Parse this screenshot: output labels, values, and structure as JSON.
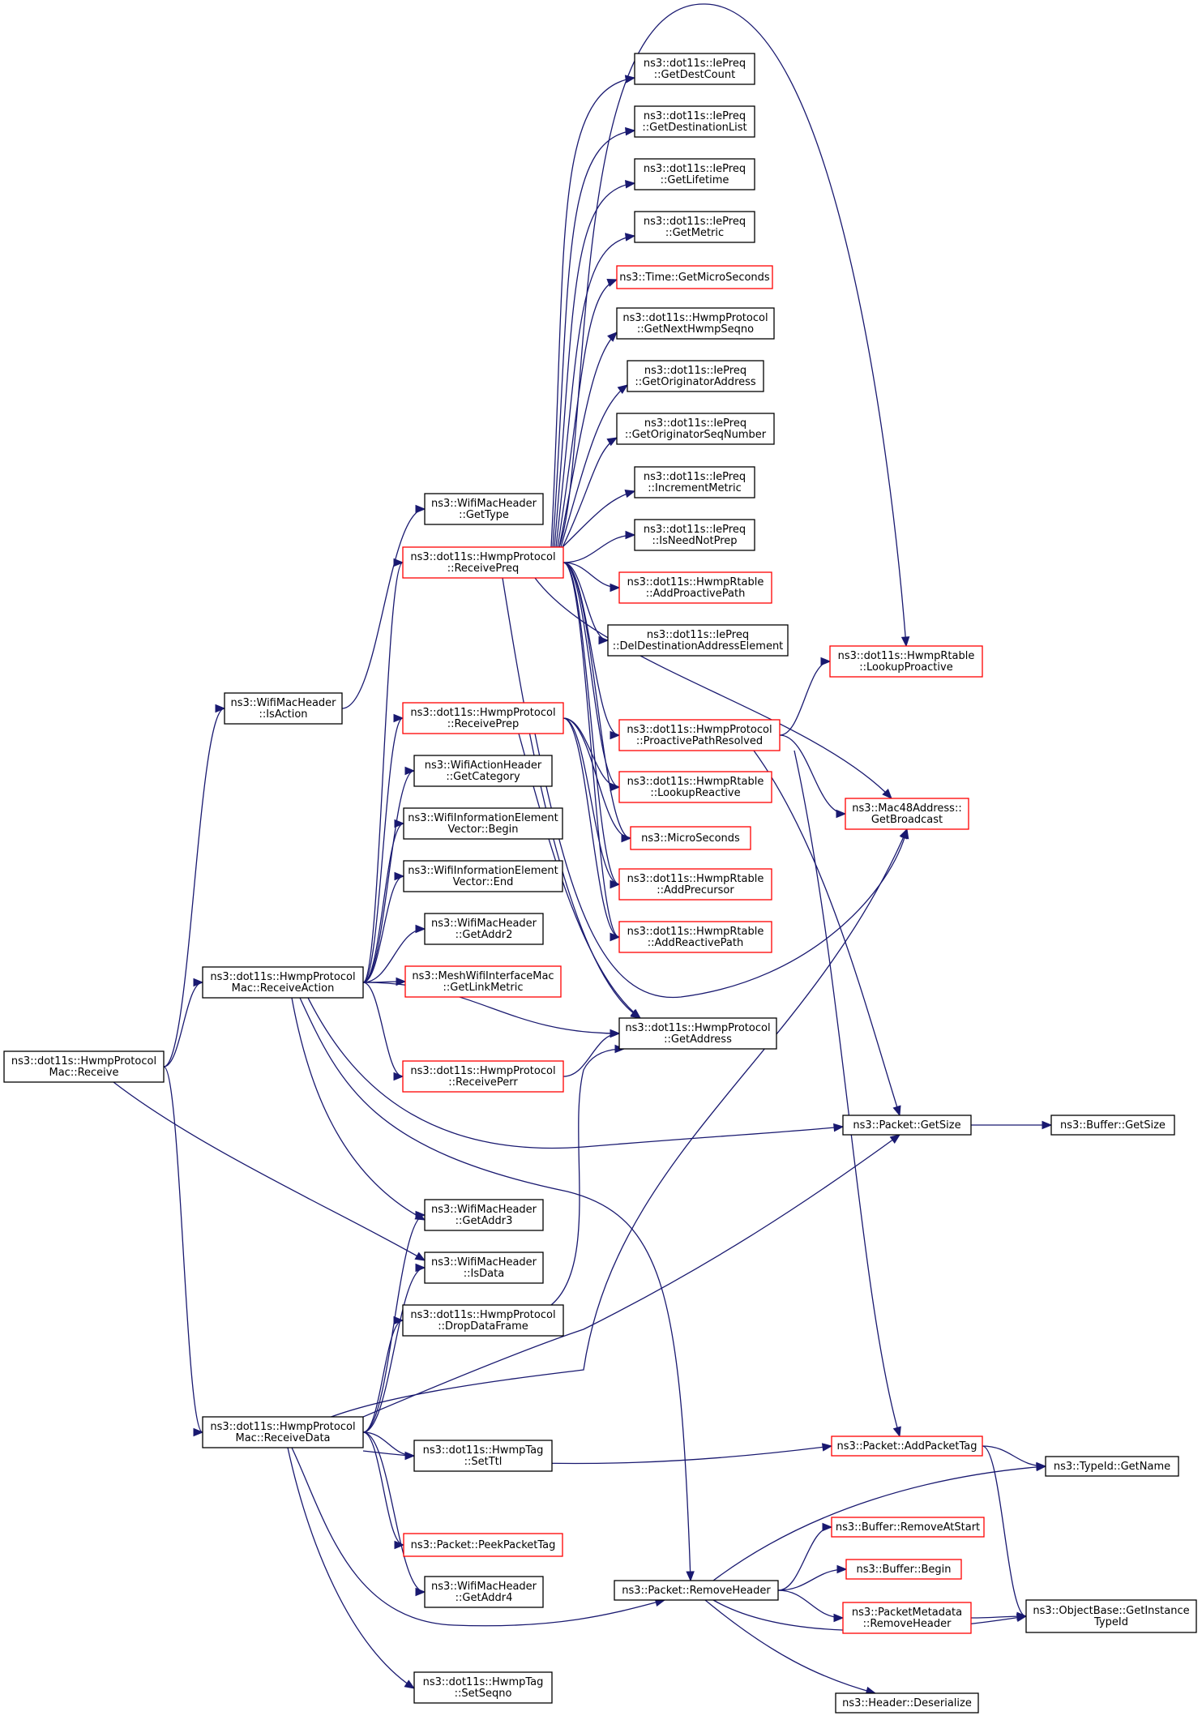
{
  "colors": {
    "edge": "#191970",
    "normal_border": "#000000",
    "truncated_border": "#ff0000",
    "root_fill": "#bfbfbf"
  },
  "nodes": {
    "receive": {
      "lines": [
        "ns3::dot11s::HwmpProtocol",
        "Mac::Receive"
      ],
      "kind": "root"
    },
    "isAction": {
      "lines": [
        "ns3::WifiMacHeader",
        "::IsAction"
      ],
      "kind": "normal"
    },
    "receiveAction": {
      "lines": [
        "ns3::dot11s::HwmpProtocol",
        "Mac::ReceiveAction"
      ],
      "kind": "normal"
    },
    "receiveData": {
      "lines": [
        "ns3::dot11s::HwmpProtocol",
        "Mac::ReceiveData"
      ],
      "kind": "normal"
    },
    "getType": {
      "lines": [
        "ns3::WifiMacHeader",
        "::GetType"
      ],
      "kind": "normal"
    },
    "receivePreq": {
      "lines": [
        "ns3::dot11s::HwmpProtocol",
        "::ReceivePreq"
      ],
      "kind": "truncated"
    },
    "receivePrep": {
      "lines": [
        "ns3::dot11s::HwmpProtocol",
        "::ReceivePrep"
      ],
      "kind": "truncated"
    },
    "getCategory": {
      "lines": [
        "ns3::WifiActionHeader",
        "::GetCategory"
      ],
      "kind": "normal"
    },
    "iev_begin": {
      "lines": [
        "ns3::WifiInformationElement",
        "Vector::Begin"
      ],
      "kind": "normal"
    },
    "iev_end": {
      "lines": [
        "ns3::WifiInformationElement",
        "Vector::End"
      ],
      "kind": "normal"
    },
    "getAddr2": {
      "lines": [
        "ns3::WifiMacHeader",
        "::GetAddr2"
      ],
      "kind": "normal"
    },
    "getLinkMetric": {
      "lines": [
        "ns3::MeshWifiInterfaceMac",
        "::GetLinkMetric"
      ],
      "kind": "truncated"
    },
    "receivePerr": {
      "lines": [
        "ns3::dot11s::HwmpProtocol",
        "::ReceivePerr"
      ],
      "kind": "truncated"
    },
    "getAddr3": {
      "lines": [
        "ns3::WifiMacHeader",
        "::GetAddr3"
      ],
      "kind": "normal"
    },
    "isData": {
      "lines": [
        "ns3::WifiMacHeader",
        "::IsData"
      ],
      "kind": "normal"
    },
    "dropDataFrame": {
      "lines": [
        "ns3::dot11s::HwmpProtocol",
        "::DropDataFrame"
      ],
      "kind": "normal"
    },
    "setTtl": {
      "lines": [
        "ns3::dot11s::HwmpTag",
        "::SetTtl"
      ],
      "kind": "normal"
    },
    "peekPacketTag": {
      "lines": [
        "ns3::Packet::PeekPacketTag"
      ],
      "kind": "truncated"
    },
    "getAddr4": {
      "lines": [
        "ns3::WifiMacHeader",
        "::GetAddr4"
      ],
      "kind": "normal"
    },
    "setSeqno": {
      "lines": [
        "ns3::dot11s::HwmpTag",
        "::SetSeqno"
      ],
      "kind": "normal"
    },
    "getDestCount": {
      "lines": [
        "ns3::dot11s::IePreq",
        "::GetDestCount"
      ],
      "kind": "normal"
    },
    "getDestinationList": {
      "lines": [
        "ns3::dot11s::IePreq",
        "::GetDestinationList"
      ],
      "kind": "normal"
    },
    "getLifetime": {
      "lines": [
        "ns3::dot11s::IePreq",
        "::GetLifetime"
      ],
      "kind": "normal"
    },
    "getMetric": {
      "lines": [
        "ns3::dot11s::IePreq",
        "::GetMetric"
      ],
      "kind": "normal"
    },
    "getMicroSeconds": {
      "lines": [
        "ns3::Time::GetMicroSeconds"
      ],
      "kind": "truncated"
    },
    "getNextHwmpSeqno": {
      "lines": [
        "ns3::dot11s::HwmpProtocol",
        "::GetNextHwmpSeqno"
      ],
      "kind": "normal"
    },
    "getOriginatorAddress": {
      "lines": [
        "ns3::dot11s::IePreq",
        "::GetOriginatorAddress"
      ],
      "kind": "normal"
    },
    "getOriginatorSeqNumber": {
      "lines": [
        "ns3::dot11s::IePreq",
        "::GetOriginatorSeqNumber"
      ],
      "kind": "normal"
    },
    "incrementMetric": {
      "lines": [
        "ns3::dot11s::IePreq",
        "::IncrementMetric"
      ],
      "kind": "normal"
    },
    "isNeedNotPrep": {
      "lines": [
        "ns3::dot11s::IePreq",
        "::IsNeedNotPrep"
      ],
      "kind": "normal"
    },
    "addProactivePath": {
      "lines": [
        "ns3::dot11s::HwmpRtable",
        "::AddProactivePath"
      ],
      "kind": "truncated"
    },
    "delDestAddrElem": {
      "lines": [
        "ns3::dot11s::IePreq",
        "::DelDestinationAddressElement"
      ],
      "kind": "normal"
    },
    "proactivePathResolved": {
      "lines": [
        "ns3::dot11s::HwmpProtocol",
        "::ProactivePathResolved"
      ],
      "kind": "truncated"
    },
    "lookupReactive": {
      "lines": [
        "ns3::dot11s::HwmpRtable",
        "::LookupReactive"
      ],
      "kind": "truncated"
    },
    "microSeconds": {
      "lines": [
        "ns3::MicroSeconds"
      ],
      "kind": "truncated"
    },
    "addPrecursor": {
      "lines": [
        "ns3::dot11s::HwmpRtable",
        "::AddPrecursor"
      ],
      "kind": "truncated"
    },
    "addReactivePath": {
      "lines": [
        "ns3::dot11s::HwmpRtable",
        "::AddReactivePath"
      ],
      "kind": "truncated"
    },
    "getAddress": {
      "lines": [
        "ns3::dot11s::HwmpProtocol",
        "::GetAddress"
      ],
      "kind": "normal"
    },
    "removeHeader": {
      "lines": [
        "ns3::Packet::RemoveHeader"
      ],
      "kind": "normal"
    },
    "lookupProactive": {
      "lines": [
        "ns3::dot11s::HwmpRtable",
        "::LookupProactive"
      ],
      "kind": "truncated"
    },
    "getBroadcast": {
      "lines": [
        "ns3::Mac48Address::",
        "GetBroadcast"
      ],
      "kind": "truncated"
    },
    "packetGetSize": {
      "lines": [
        "ns3::Packet::GetSize"
      ],
      "kind": "normal"
    },
    "addPacketTag": {
      "lines": [
        "ns3::Packet::AddPacketTag"
      ],
      "kind": "truncated"
    },
    "removeAtStart": {
      "lines": [
        "ns3::Buffer::RemoveAtStart"
      ],
      "kind": "truncated"
    },
    "bufferBegin": {
      "lines": [
        "ns3::Buffer::Begin"
      ],
      "kind": "truncated"
    },
    "pmRemoveHeader": {
      "lines": [
        "ns3::PacketMetadata",
        "::RemoveHeader"
      ],
      "kind": "truncated"
    },
    "deserialize": {
      "lines": [
        "ns3::Header::Deserialize"
      ],
      "kind": "normal"
    },
    "bufferGetSize": {
      "lines": [
        "ns3::Buffer::GetSize"
      ],
      "kind": "normal"
    },
    "typeIdGetName": {
      "lines": [
        "ns3::TypeId::GetName"
      ],
      "kind": "normal"
    },
    "getInstanceTypeId": {
      "lines": [
        "ns3::ObjectBase::GetInstance",
        "TypeId"
      ],
      "kind": "normal"
    }
  },
  "edges": [
    [
      "receive",
      "isAction"
    ],
    [
      "receive",
      "receiveAction"
    ],
    [
      "receive",
      "receiveData"
    ],
    [
      "receive",
      "isData"
    ],
    [
      "isAction",
      "getType"
    ],
    [
      "receiveAction",
      "receivePreq"
    ],
    [
      "receiveAction",
      "receivePrep"
    ],
    [
      "receiveAction",
      "getCategory"
    ],
    [
      "receiveAction",
      "iev_begin"
    ],
    [
      "receiveAction",
      "iev_end"
    ],
    [
      "receiveAction",
      "getAddr2"
    ],
    [
      "receiveAction",
      "getLinkMetric"
    ],
    [
      "receiveAction",
      "receivePerr"
    ],
    [
      "receiveAction",
      "getAddress"
    ],
    [
      "receiveAction",
      "packetGetSize"
    ],
    [
      "receiveAction",
      "getAddr3"
    ],
    [
      "receiveAction",
      "removeHeader"
    ],
    [
      "receivePreq",
      "getDestCount"
    ],
    [
      "receivePreq",
      "getDestinationList"
    ],
    [
      "receivePreq",
      "getLifetime"
    ],
    [
      "receivePreq",
      "getMetric"
    ],
    [
      "receivePreq",
      "getMicroSeconds"
    ],
    [
      "receivePreq",
      "getNextHwmpSeqno"
    ],
    [
      "receivePreq",
      "getOriginatorAddress"
    ],
    [
      "receivePreq",
      "getOriginatorSeqNumber"
    ],
    [
      "receivePreq",
      "incrementMetric"
    ],
    [
      "receivePreq",
      "isNeedNotPrep"
    ],
    [
      "receivePreq",
      "addProactivePath"
    ],
    [
      "receivePreq",
      "delDestAddrElem"
    ],
    [
      "receivePreq",
      "lookupProactive"
    ],
    [
      "receivePreq",
      "proactivePathResolved"
    ],
    [
      "receivePreq",
      "lookupReactive"
    ],
    [
      "receivePreq",
      "microSeconds"
    ],
    [
      "receivePreq",
      "addPrecursor"
    ],
    [
      "receivePreq",
      "addReactivePath"
    ],
    [
      "receivePreq",
      "getAddress"
    ],
    [
      "receivePreq",
      "getBroadcast"
    ],
    [
      "receivePrep",
      "lookupReactive"
    ],
    [
      "receivePrep",
      "microSeconds"
    ],
    [
      "receivePrep",
      "addPrecursor"
    ],
    [
      "receivePrep",
      "addReactivePath"
    ],
    [
      "receivePrep",
      "getAddress"
    ],
    [
      "receivePrep",
      "getBroadcast"
    ],
    [
      "receivePerr",
      "getAddress"
    ],
    [
      "proactivePathResolved",
      "lookupProactive"
    ],
    [
      "proactivePathResolved",
      "getBroadcast"
    ],
    [
      "proactivePathResolved",
      "packetGetSize"
    ],
    [
      "proactivePathResolved",
      "addPacketTag"
    ],
    [
      "receiveData",
      "getAddr3"
    ],
    [
      "receiveData",
      "isData"
    ],
    [
      "receiveData",
      "dropDataFrame"
    ],
    [
      "receiveData",
      "getBroadcast"
    ],
    [
      "receiveData",
      "packetGetSize"
    ],
    [
      "receiveData",
      "setTtl"
    ],
    [
      "receiveData",
      "addPacketTag"
    ],
    [
      "receiveData",
      "peekPacketTag"
    ],
    [
      "receiveData",
      "getAddr4"
    ],
    [
      "receiveData",
      "removeHeader"
    ],
    [
      "receiveData",
      "setSeqno"
    ],
    [
      "dropDataFrame",
      "getAddress"
    ],
    [
      "packetGetSize",
      "bufferGetSize"
    ],
    [
      "addPacketTag",
      "typeIdGetName"
    ],
    [
      "addPacketTag",
      "getInstanceTypeId"
    ],
    [
      "removeHeader",
      "typeIdGetName"
    ],
    [
      "removeHeader",
      "removeAtStart"
    ],
    [
      "removeHeader",
      "bufferBegin"
    ],
    [
      "removeHeader",
      "pmRemoveHeader"
    ],
    [
      "removeHeader",
      "getInstanceTypeId"
    ],
    [
      "removeHeader",
      "deserialize"
    ],
    [
      "pmRemoveHeader",
      "getInstanceTypeId"
    ]
  ]
}
